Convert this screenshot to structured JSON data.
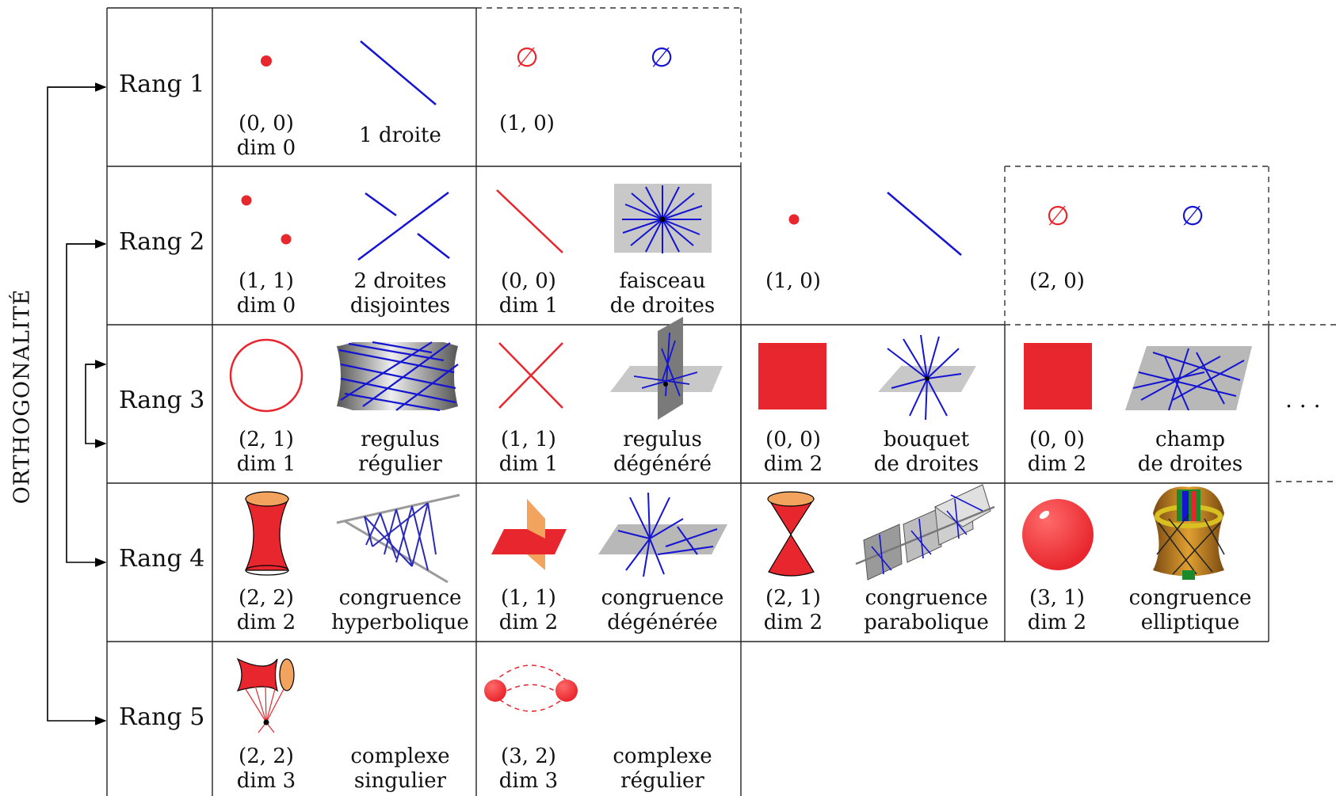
{
  "axis_label": "ORTHOGONALITÉ",
  "ellipsis": ". . .",
  "empty_symbol": "∅",
  "rows": [
    {
      "label": "Rang 1"
    },
    {
      "label": "Rang 2"
    },
    {
      "label": "Rang 3"
    },
    {
      "label": "Rang 4"
    },
    {
      "label": "Rang 5"
    }
  ],
  "cells": {
    "r1c1": {
      "signature": "(0, 0)",
      "dim": "dim 0",
      "name": "1 droite"
    },
    "r1c2": {
      "signature": "(1, 0)"
    },
    "r2c1": {
      "signature": "(1, 1)",
      "dim": "dim 0",
      "name1": "2 droites",
      "name2": "disjointes"
    },
    "r2c2": {
      "signature": "(0, 0)",
      "dim": "dim 1",
      "name1": "faisceau",
      "name2": "de droites"
    },
    "r2c3": {
      "signature": "(1, 0)"
    },
    "r2c4": {
      "signature": "(2, 0)"
    },
    "r3c1": {
      "signature": "(2, 1)",
      "dim": "dim 1",
      "name1": "regulus",
      "name2": "régulier"
    },
    "r3c2": {
      "signature": "(1, 1)",
      "dim": "dim 1",
      "name1": "regulus",
      "name2": "dégénéré"
    },
    "r3c3": {
      "signature": "(0, 0)",
      "dim": "dim 2",
      "name1": "bouquet",
      "name2": "de droites"
    },
    "r3c4": {
      "signature": "(0, 0)",
      "dim": "dim 2",
      "name1": "champ",
      "name2": "de droites"
    },
    "r4c1": {
      "signature": "(2, 2)",
      "dim": "dim 2",
      "name1": "congruence",
      "name2": "hyperbolique"
    },
    "r4c2": {
      "signature": "(1, 1)",
      "dim": "dim 2",
      "name1": "congruence",
      "name2": "dégénérée"
    },
    "r4c3": {
      "signature": "(2, 1)",
      "dim": "dim 2",
      "name1": "congruence",
      "name2": "parabolique"
    },
    "r4c4": {
      "signature": "(3, 1)",
      "dim": "dim 2",
      "name1": "congruence",
      "name2": "elliptique"
    },
    "r5c1": {
      "signature": "(2, 2)",
      "dim": "dim 3",
      "name1": "complexe",
      "name2": "singulier"
    },
    "r5c2": {
      "signature": "(3, 2)",
      "dim": "dim 3",
      "name1": "complexe",
      "name2": "régulier"
    }
  },
  "colors": {
    "red": "#e8262d",
    "blue": "#1414d2",
    "gray": "#c8c8c8",
    "dark": "#6e6e6e",
    "orange": "#f2a35e"
  },
  "icons": [
    "point-icon",
    "line-icon",
    "empty-set-icon",
    "pencil-of-lines-icon",
    "circle-icon",
    "regulus-icon",
    "cross-lines-icon",
    "square-icon",
    "bouquet-icon",
    "field-of-lines-icon",
    "hyperboloid-icon",
    "crossed-planes-icon",
    "double-cone-icon",
    "sphere-icon",
    "twin-spheres-icon"
  ]
}
